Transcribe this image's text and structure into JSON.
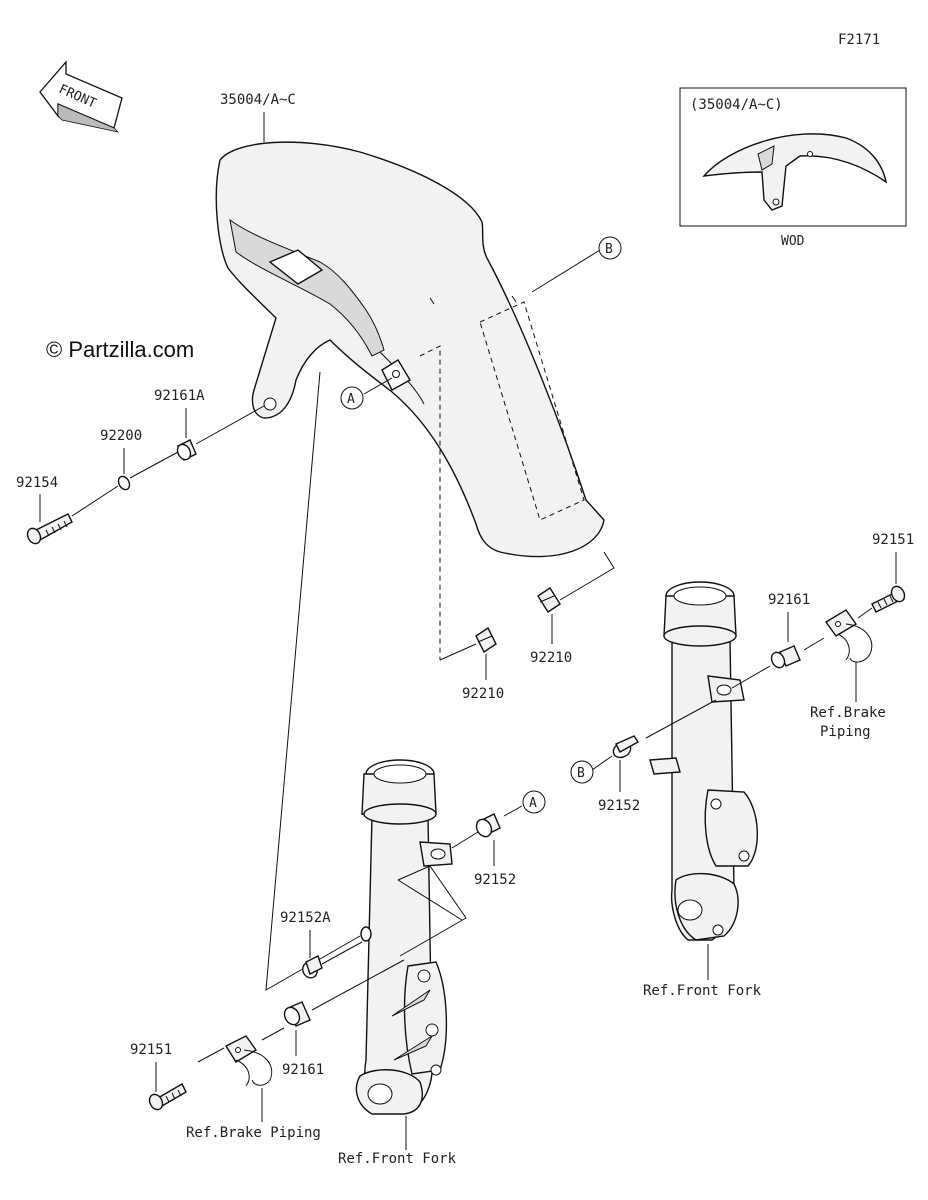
{
  "figure_id": "F2171",
  "watermark": "© Partzilla.com",
  "front_arrow_label": "FRONT",
  "inset": {
    "title": "(35004/A~C)",
    "caption": "WOD"
  },
  "callouts": {
    "a": "A",
    "b": "B"
  },
  "parts": {
    "fender": "35004/A~C",
    "bolt_92154": "92154",
    "washer_92200": "92200",
    "collar_92161A": "92161A",
    "clip_92210_left": "92210",
    "clip_92210_right": "92210",
    "bolt_92151_right": "92151",
    "collar_92161_right": "92161",
    "collar_92152_right": "92152",
    "collar_92152_left": "92152",
    "collar_92152A": "92152A",
    "collar_92161_left": "92161",
    "bolt_92151_left": "92151"
  },
  "refs": {
    "brake_right_line1": "Ref.Brake",
    "brake_right_line2": "Piping",
    "fork_right": "Ref.Front Fork",
    "brake_left": "Ref.Brake Piping",
    "fork_left": "Ref.Front Fork"
  }
}
